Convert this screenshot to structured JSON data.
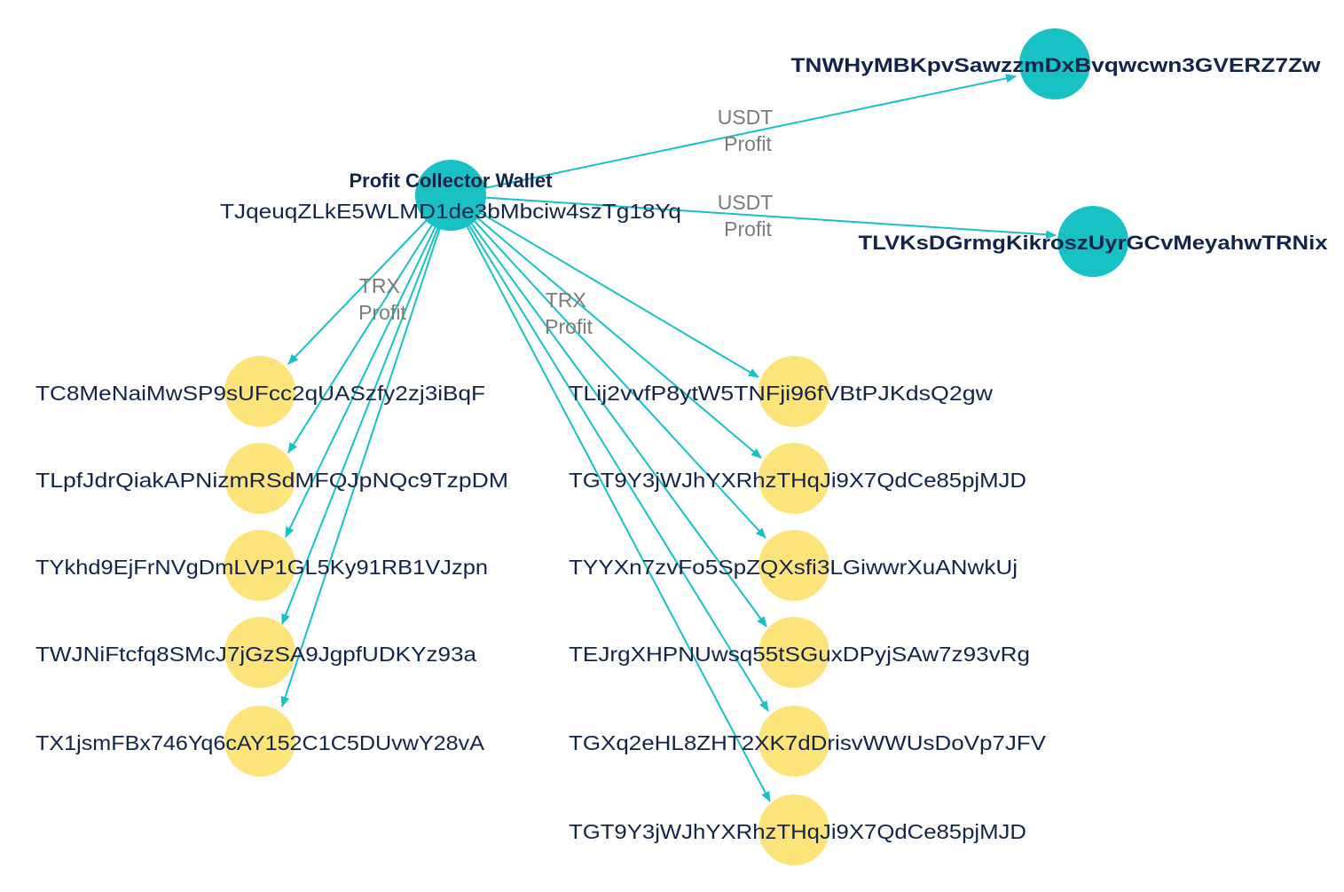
{
  "colors": {
    "teal": "#17c1c4",
    "yellow": "#fde47a",
    "edge": "#17c1c4",
    "label_text": "#13244a",
    "edge_label_text": "#7b7b7b"
  },
  "nodes": {
    "collector": {
      "title": "Profit Collector Wallet",
      "address": "TJqeuqZLkE5WLMD1de3bMbciw4szTg18Yq",
      "color": "teal"
    },
    "usdt_targets": [
      {
        "address": "TNWHyMBKpvSawzzmDxBvqwcwn3GVERZ7Zw",
        "color": "teal"
      },
      {
        "address": "TLVKsDGrmgKikroszUyrGCvMeyahwTRNix",
        "color": "teal"
      }
    ],
    "trx_left": [
      {
        "address": "TC8MeNaiMwSP9sUFcc2qUASzfy2zj3iBqF",
        "color": "yellow"
      },
      {
        "address": "TLpfJdrQiakAPNizmRSdMFQJpNQc9TzpDM",
        "color": "yellow"
      },
      {
        "address": "TYkhd9EjFrNVgDmLVP1GL5Ky91RB1VJzpn",
        "color": "yellow"
      },
      {
        "address": "TWJNiFtcfq8SMcJ7jGzSA9JgpfUDKYz93a",
        "color": "yellow"
      },
      {
        "address": "TX1jsmFBx746Yq6cAY152C1C5DUvwY28vA",
        "color": "yellow"
      }
    ],
    "trx_right": [
      {
        "address": "TLij2vvfP8ytW5TNFji96fVBtPJKdsQ2gw",
        "color": "yellow"
      },
      {
        "address": "TGT9Y3jWJhYXRhzTHqJi9X7QdCe85pjMJD",
        "color": "yellow"
      },
      {
        "address": "TYYXn7zvFo5SpZQXsfi3LGiwwrXuANwkUj",
        "color": "yellow"
      },
      {
        "address": "TEJrgXHPNUwsq55tSGuxDPyjSAw7z93vRg",
        "color": "yellow"
      },
      {
        "address": "TGXq2eHL8ZHT2XK7dDrisvWWUsDoVp7JFV",
        "color": "yellow"
      },
      {
        "address": "TGT9Y3jWJhYXRhzTHqJi9X7QdCe85pjMJD",
        "color": "yellow"
      }
    ]
  },
  "edge_labels": {
    "usdt_1": [
      "USDT",
      "Profit"
    ],
    "usdt_2": [
      "USDT",
      "Profit"
    ],
    "trx_left": [
      "TRX",
      "Profit"
    ],
    "trx_right": [
      "TRX",
      "Profit"
    ]
  }
}
